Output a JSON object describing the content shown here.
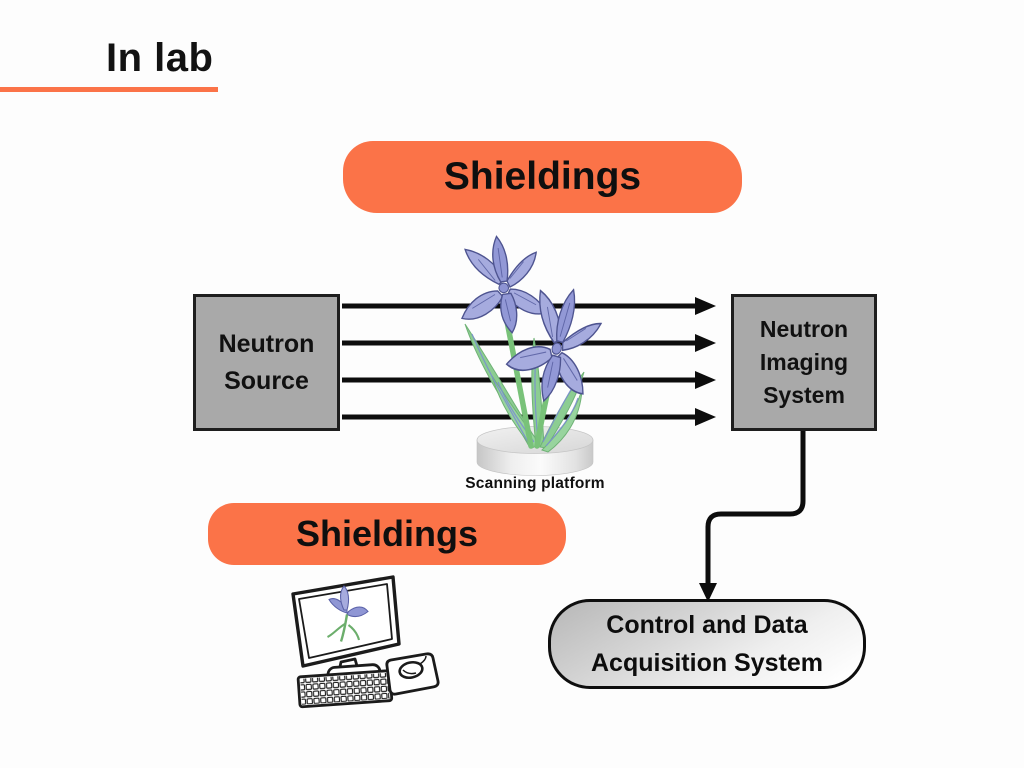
{
  "title": {
    "text": "In lab"
  },
  "colors": {
    "accent_orange": "#FB7348",
    "box_gray": "#A9A9A9",
    "arrow_black": "#0d0d0d",
    "iris_petal": "#A6ABDE",
    "leaf_green": "#8CCD92"
  },
  "diagram": {
    "shielding_top": {
      "label": "Shieldings"
    },
    "shielding_bottom": {
      "label": "Shieldings"
    },
    "neutron_source": {
      "line1": "Neutron",
      "line2": "Source"
    },
    "neutron_imaging": {
      "line1": "Neutron",
      "line2": "Imaging",
      "line3": "System"
    },
    "scanning_platform": {
      "label": "Scanning platform"
    },
    "control_system": {
      "line1": "Control and Data",
      "line2": "Acquisition System"
    },
    "beam_arrow_count": 4,
    "icons": {
      "sample": "iris-flower-illustration",
      "platform": "scanning-platform-cylinder",
      "workstation": "desktop-computer-illustration"
    }
  }
}
